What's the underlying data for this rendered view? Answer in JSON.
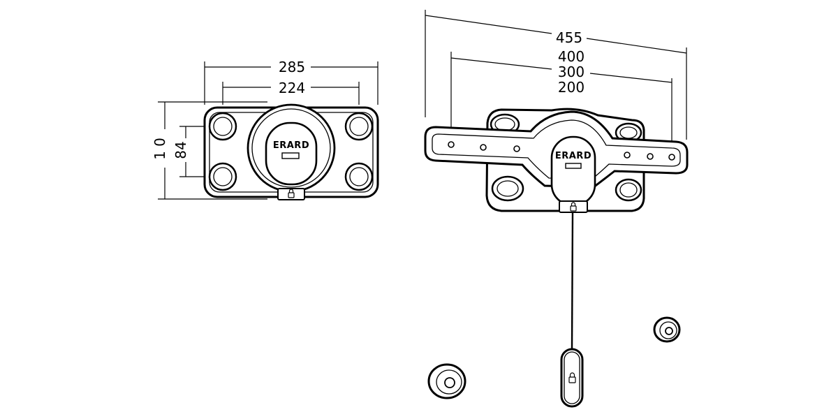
{
  "brand": {
    "name": "ERARD"
  },
  "left_view": {
    "dimensions": {
      "outer_width": "285",
      "inner_width": "224",
      "outer_height": "1 0",
      "inner_height": "84"
    }
  },
  "right_view": {
    "dimensions": {
      "outer_width": "455",
      "w1": "400",
      "w2": "300",
      "w3": "200"
    }
  },
  "colors": {
    "ink": "#000000",
    "paper": "#ffffff"
  }
}
